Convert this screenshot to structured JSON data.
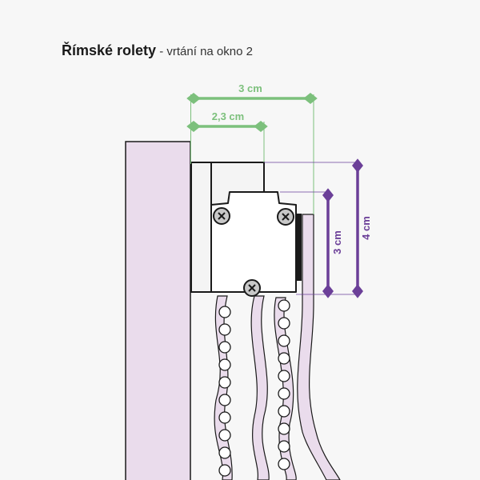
{
  "title": {
    "bold": "Římské rolety",
    "rest": " - vrtání na okno 2"
  },
  "dimensions": {
    "width_outer": "3 cm",
    "width_inner": "2,3 cm",
    "height_outer": "4 cm",
    "height_inner": "3 cm"
  },
  "colors": {
    "green": "#7cc07c",
    "purple": "#6b3f98",
    "fabric": "#eadcec",
    "line": "#1a1a1a"
  }
}
